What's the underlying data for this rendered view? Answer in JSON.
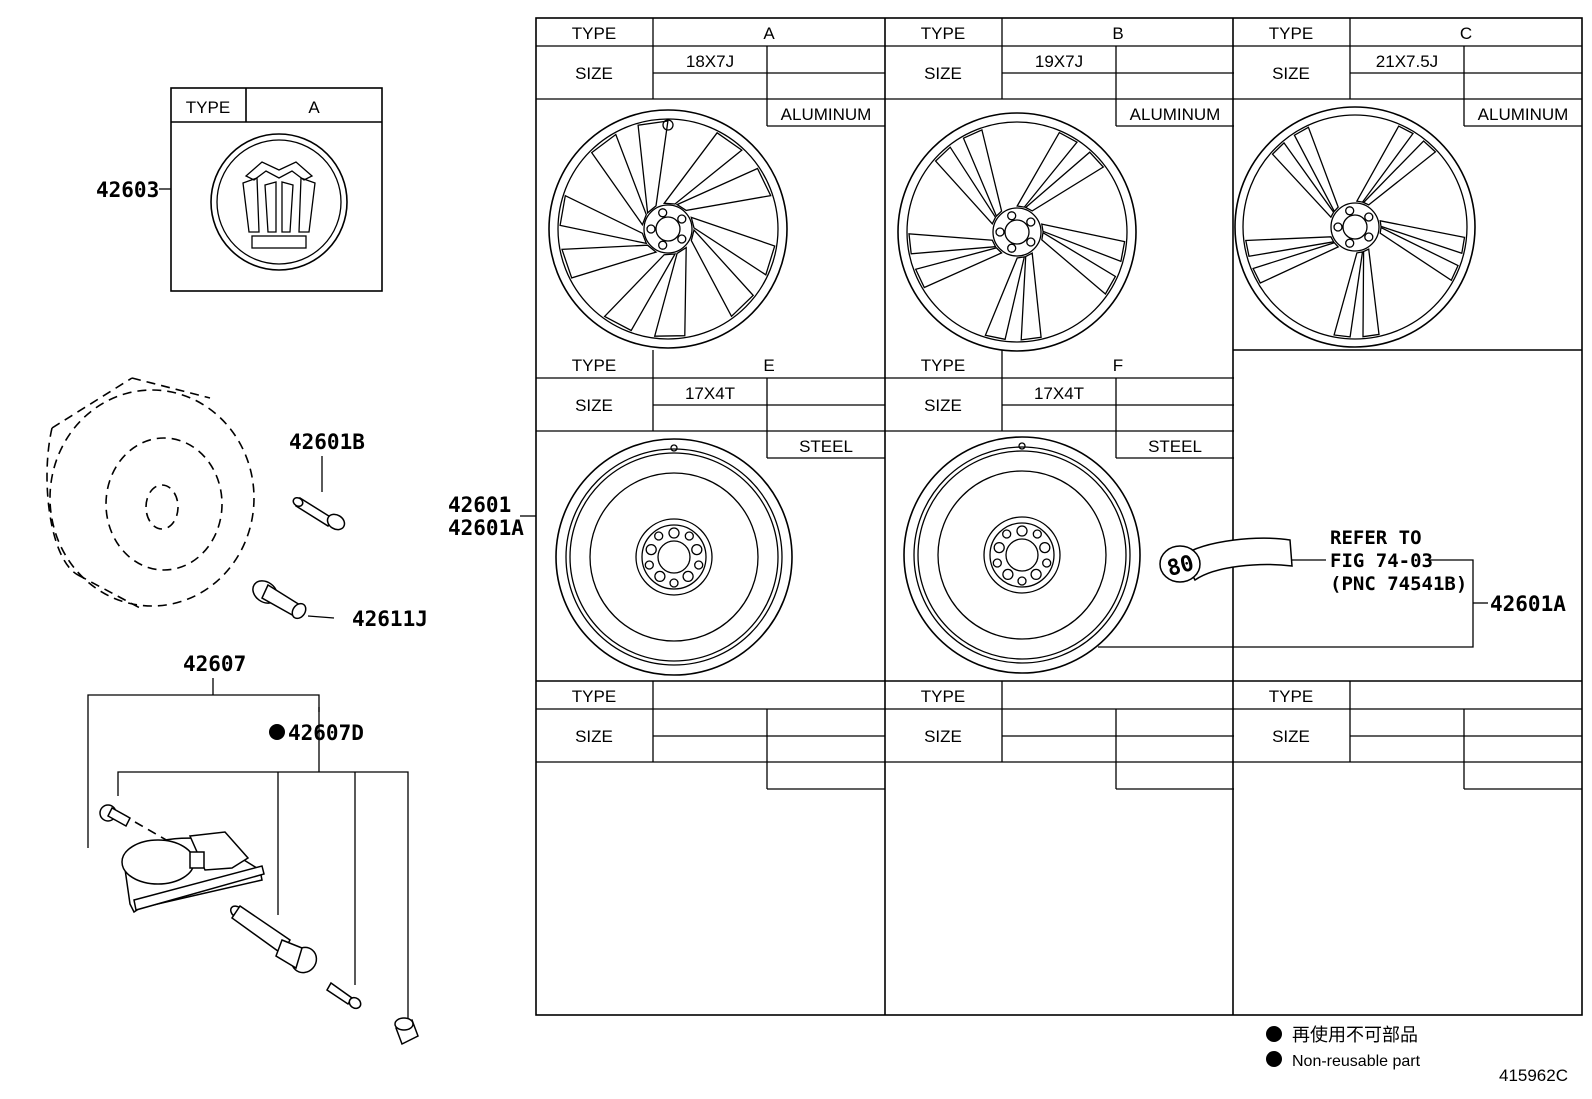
{
  "emblem": {
    "part_no": "42603",
    "type_label": "TYPE",
    "type_value": "A"
  },
  "parts": {
    "hub_bolt": "42601B",
    "valve": "42611J",
    "tpms_sensor": "42607",
    "tpms_kit": "42607D",
    "wheel_main": "42601",
    "wheel_alt": "42601A",
    "wheel_spare_callout": "42601A"
  },
  "refer": {
    "line1": "REFER TO",
    "line2": "FIG 74-03",
    "line3": "(PNC 74541B)",
    "tag": "80"
  },
  "table": {
    "type_label": "TYPE",
    "size_label": "SIZE",
    "cells": [
      {
        "type": "A",
        "size": "18X7J",
        "material": "ALUMINUM"
      },
      {
        "type": "B",
        "size": "19X7J",
        "material": "ALUMINUM"
      },
      {
        "type": "C",
        "size": "21X7.5J",
        "material": "ALUMINUM"
      },
      {
        "type": "E",
        "size": "17X4T",
        "material": "STEEL"
      },
      {
        "type": "F",
        "size": "17X4T",
        "material": "STEEL"
      },
      {
        "type": "",
        "size": "",
        "material": ""
      },
      {
        "type": "",
        "size": "",
        "material": ""
      },
      {
        "type": "",
        "size": "",
        "material": ""
      },
      {
        "type": "",
        "size": "",
        "material": ""
      }
    ]
  },
  "legend": {
    "jp": "再使用不可部品",
    "en": "Non-reusable part"
  },
  "figure_id": "415962C"
}
